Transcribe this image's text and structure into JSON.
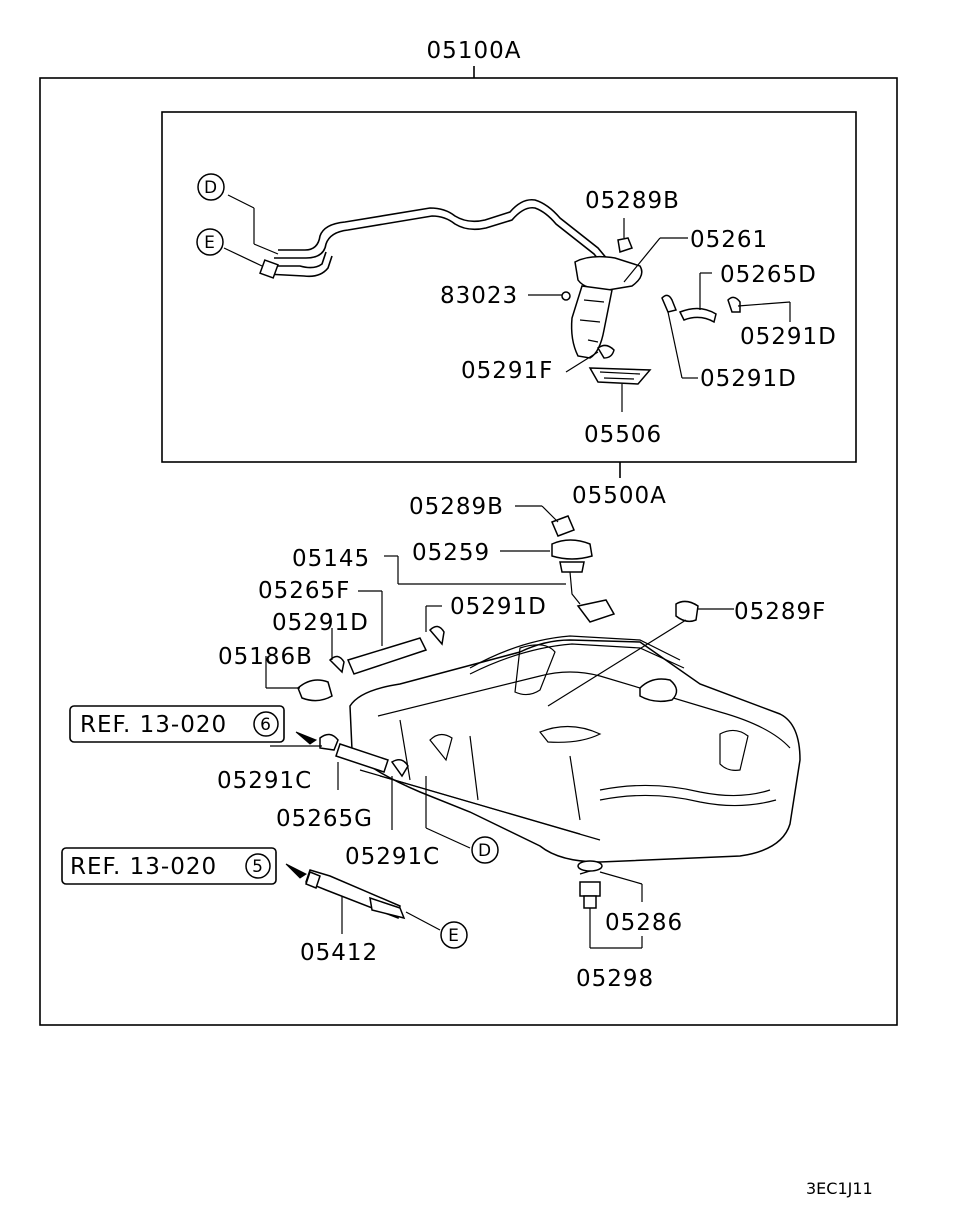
{
  "assembly": {
    "outer_label": "05100A",
    "inner_label": "05500A",
    "drawing_code": "3EC1J11"
  },
  "callouts": {
    "pump_nut": "05289B",
    "pump_unit": "05261",
    "return_hose": "05265D",
    "sender_clamp_a": "05291D",
    "sender_clamp_b": "05291D",
    "sender_screw": "83023",
    "sender_clamp_f": "05291F",
    "sender_filter": "05506",
    "gauge_nut": "05289B",
    "gauge_unit": "05259",
    "gauge_group": "05145",
    "hose_f": "05265F",
    "clamp_d1": "05291D",
    "clamp_d2": "05291D",
    "valve": "05186B",
    "clamp_c1": "05291C",
    "hose_g": "05265G",
    "clamp_c2": "05291C",
    "filler_nut": "05289F",
    "gasket": "05286",
    "drain_plug": "05298",
    "pipe": "05412"
  },
  "refs": {
    "ref6_text": "REF. 13-020",
    "ref6_num": "6",
    "ref5_text": "REF. 13-020",
    "ref5_num": "5"
  },
  "markers": {
    "d": "D",
    "e": "E",
    "d_lower": "D",
    "e_lower": "E"
  }
}
